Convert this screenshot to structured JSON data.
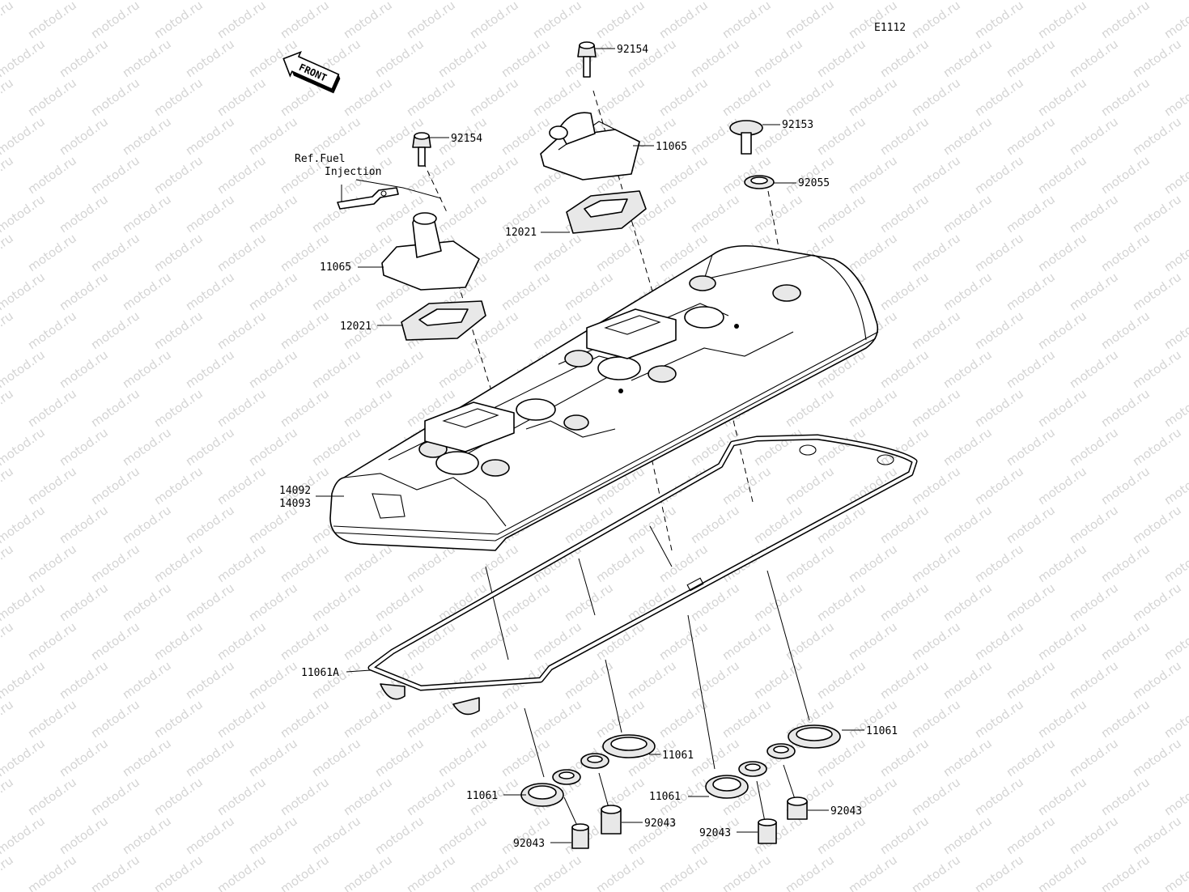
{
  "diagram_id": "E1112",
  "front_arrow": "FRONT",
  "watermark": "motod.ru",
  "ref_note": {
    "line1": "Ref.Fuel",
    "line2": "Injection"
  },
  "labels": {
    "bolt_top": "92154",
    "bolt_left": "92154",
    "bolt_cap": "92153",
    "washer": "92055",
    "breather_right": "11065",
    "breather_left": "11065",
    "gasket_right": "12021",
    "gasket_left": "12021",
    "cover_a": "14092",
    "cover_b": "14093",
    "head_cover_gasket": "11061A",
    "plug_gasket_1": "11061",
    "plug_gasket_2": "11061",
    "plug_gasket_3": "11061",
    "plug_gasket_4": "11061",
    "collar_1": "92043",
    "collar_2": "92043",
    "collar_3": "92043",
    "collar_4": "92043"
  }
}
